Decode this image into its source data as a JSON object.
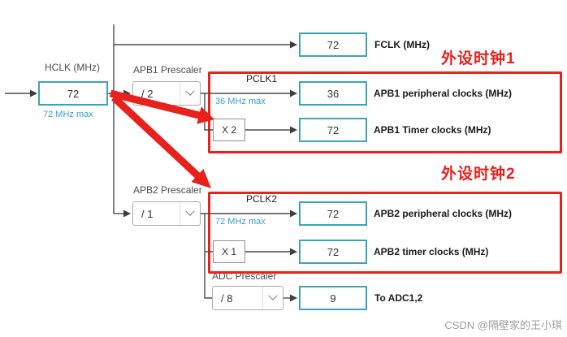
{
  "diagram": {
    "hclk": {
      "label": "HCLK (MHz)",
      "value": "72",
      "max": "72 MHz max"
    },
    "fclk": {
      "value": "72",
      "label": "FCLK (MHz)"
    },
    "apb1": {
      "prescaler_label": "APB1 Prescaler",
      "prescaler_value": "/ 2",
      "pclk_label": "PCLK1",
      "max": "36 MHz max",
      "peripheral_value": "36",
      "peripheral_label": "APB1 peripheral clocks (MHz)",
      "multiplier": "X 2",
      "timer_value": "72",
      "timer_label": "APB1 Timer clocks (MHz)"
    },
    "apb2": {
      "prescaler_label": "APB2 Prescaler",
      "prescaler_value": "/ 1",
      "pclk_label": "PCLK2",
      "max": "72 MHz max",
      "peripheral_value": "72",
      "peripheral_label": "APB2 peripheral clocks (MHz)",
      "multiplier": "X 1",
      "timer_value": "72",
      "timer_label": "APB2 timer clocks (MHz)"
    },
    "adc": {
      "prescaler_label": "ADC Prescaler",
      "prescaler_value": "/ 8",
      "value": "9",
      "label": "To ADC1,2"
    }
  },
  "annotations": {
    "callout1": "外设时钟1",
    "callout2": "外设时钟2",
    "watermark": "CSDN @隔壁家的王小琪"
  },
  "colors": {
    "teal_border": "#3da4b8",
    "teal_text": "#3a9fc6",
    "annotation_red": "#e8211c"
  }
}
